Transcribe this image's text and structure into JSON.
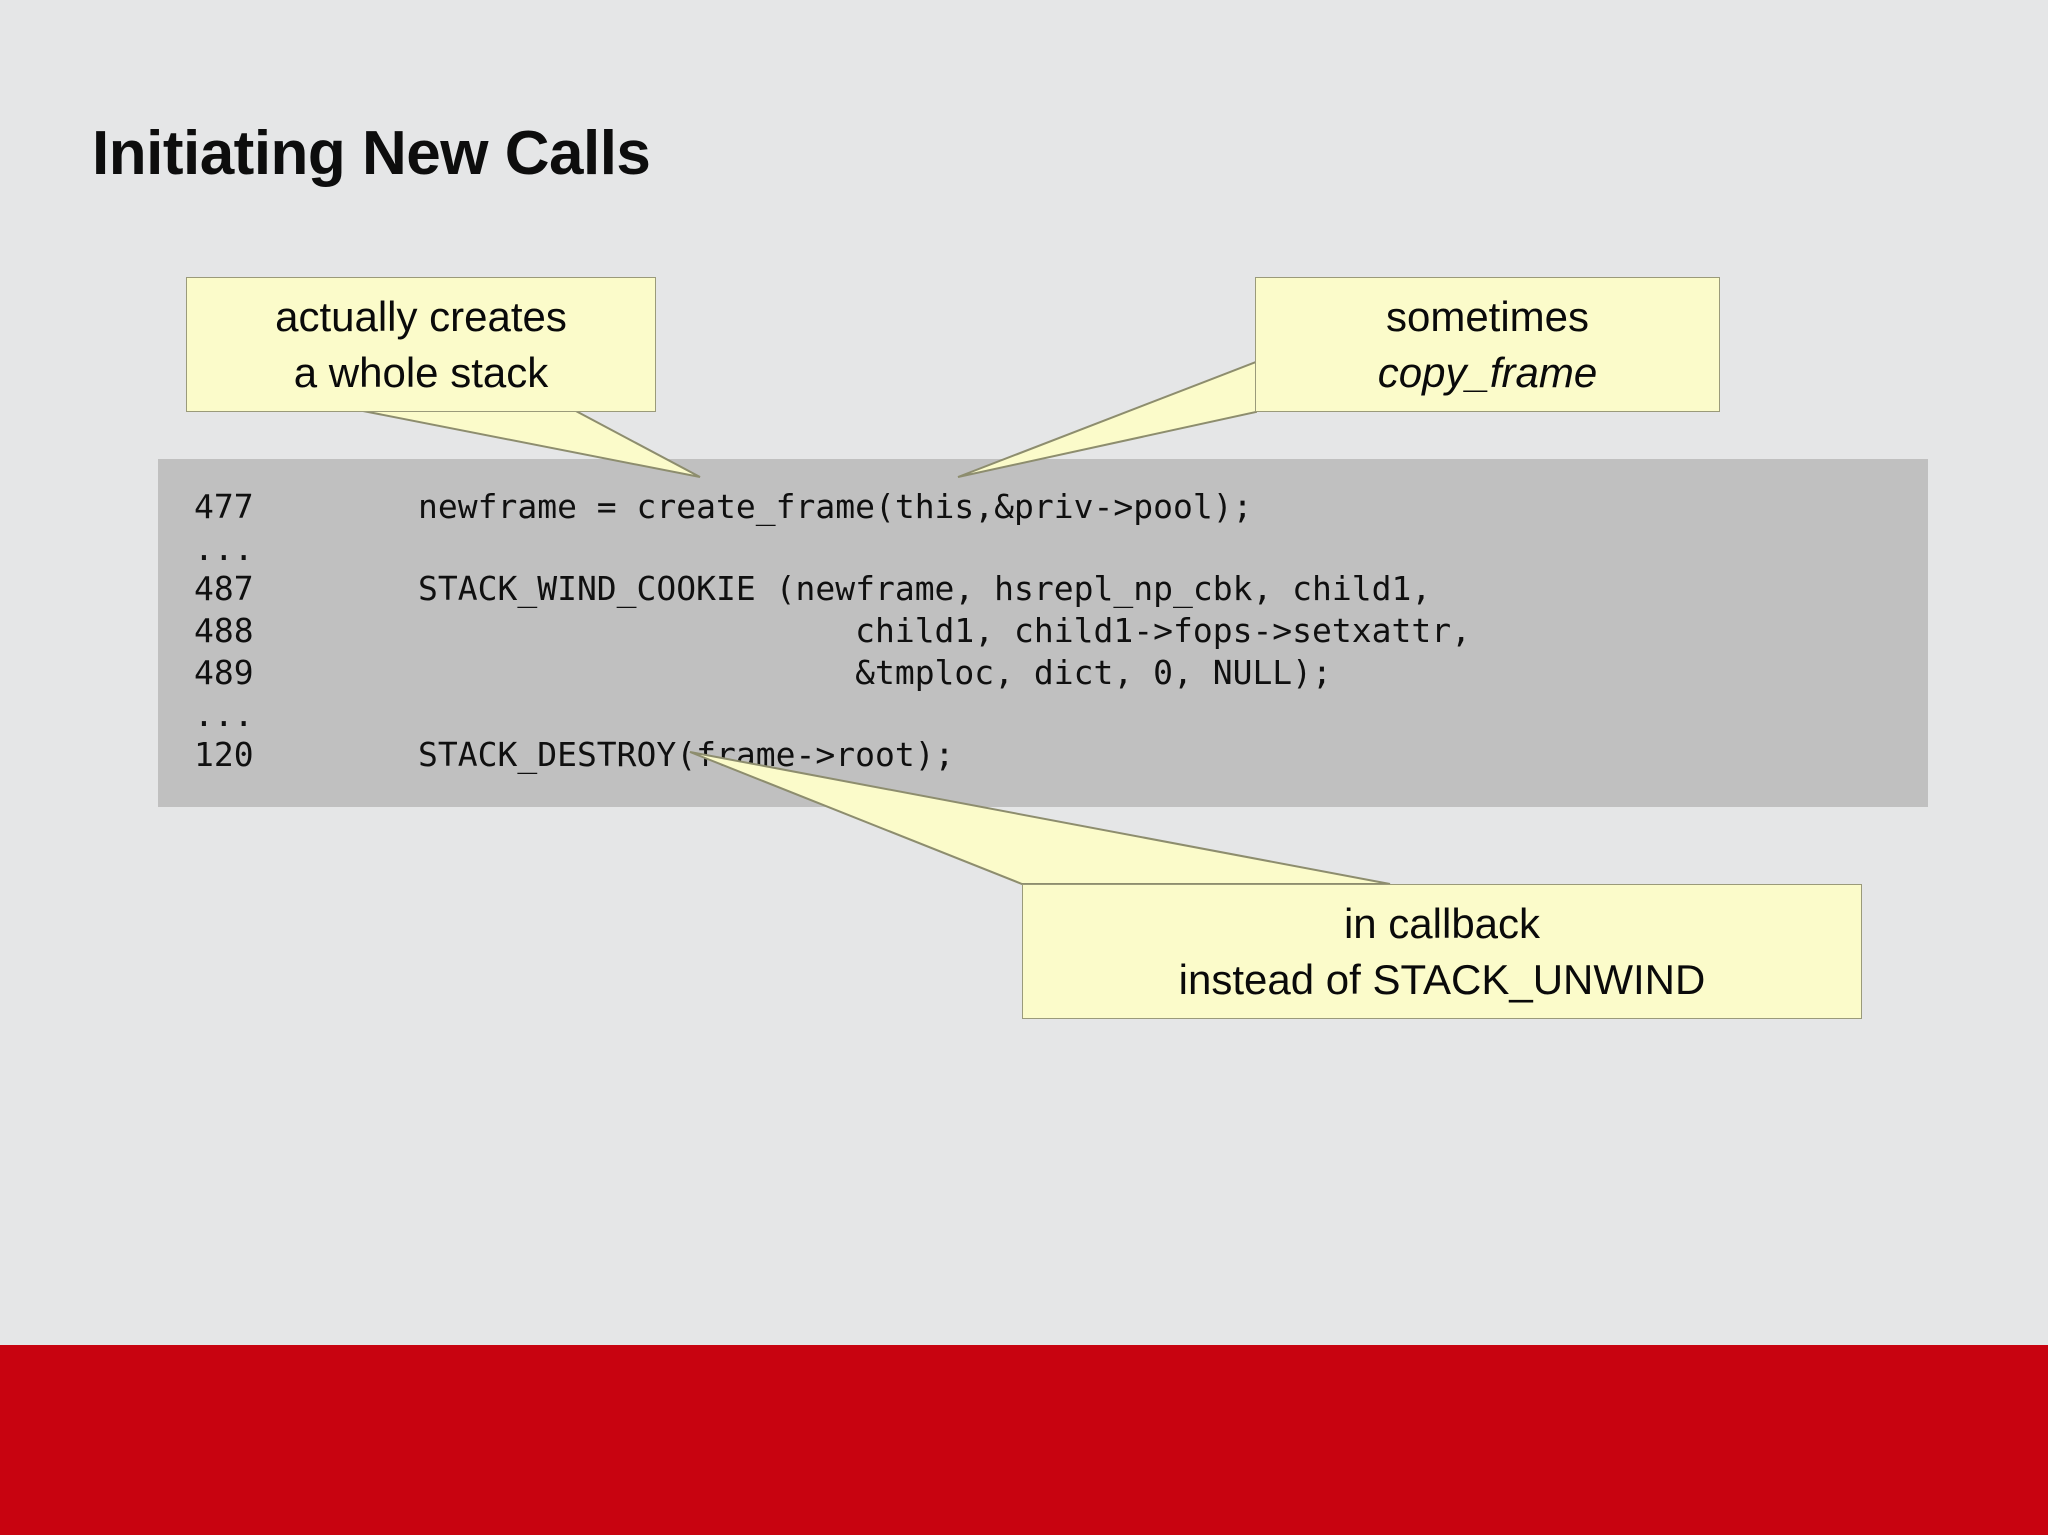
{
  "slide": {
    "title": "Initiating New Calls",
    "background_color": "#e5e6e7",
    "accent_bar_color": "#c80310"
  },
  "code_block": {
    "background_color": "#c0c0c0",
    "lines": [
      {
        "number": "477",
        "text": "newframe = create_frame(this,&priv->pool);"
      },
      {
        "number": "...",
        "text": ""
      },
      {
        "number": "487",
        "text": "STACK_WIND_COOKIE (newframe, hsrepl_np_cbk, child1,"
      },
      {
        "number": "488",
        "text": "                      child1, child1->fops->setxattr,"
      },
      {
        "number": "489",
        "text": "                      &tmploc, dict, 0, NULL);"
      },
      {
        "number": "...",
        "text": ""
      },
      {
        "number": "120",
        "text": "STACK_DESTROY(frame->root);"
      }
    ]
  },
  "callouts": {
    "fill_color": "#fbfbca",
    "border_color": "#9a9a7a",
    "creates": {
      "line1": "actually creates",
      "line2": "a whole stack"
    },
    "sometimes": {
      "line1": "sometimes",
      "line2": "copy_frame"
    },
    "in_callback": {
      "line1": "in callback",
      "line2": "instead of STACK_UNWIND"
    }
  }
}
